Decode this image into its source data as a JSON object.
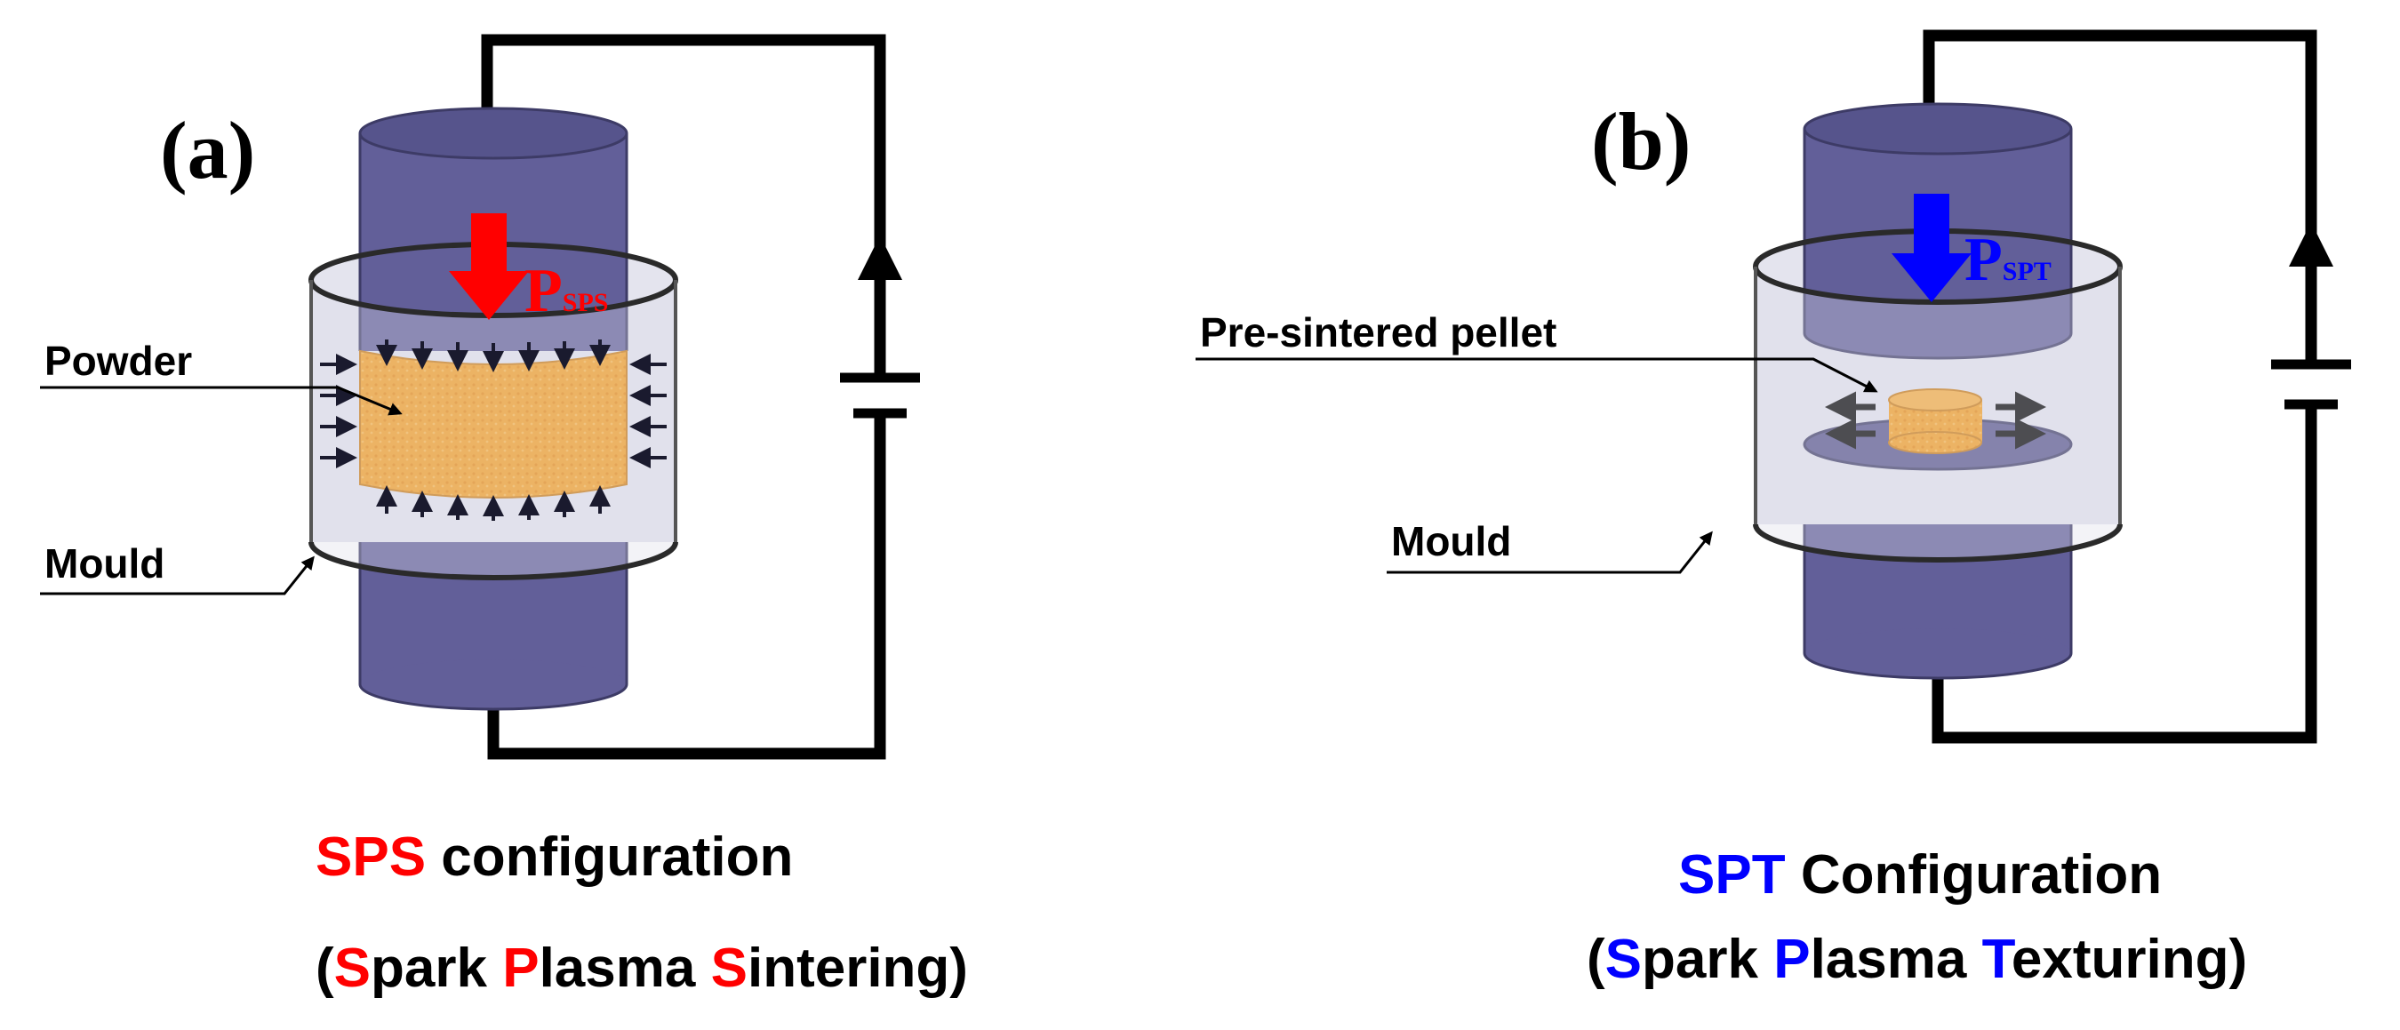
{
  "colors": {
    "cylinder_body": "#625f99",
    "cylinder_top": "#56548c",
    "mould_fill": "#e4e4ee",
    "powder": "#f59d1e",
    "sps_accent": "#ff0000",
    "spt_accent": "#0000ff"
  },
  "panel_a": {
    "letter": "(a)",
    "pressure_symbol": "P",
    "pressure_subscript": "SPS",
    "powder_label": "Powder",
    "mould_label": "Mould",
    "caption_line1_accent": "SPS",
    "caption_line1_rest": " configuration",
    "caption_line2": {
      "open": "(",
      "s1": "S",
      "t1": "park ",
      "s2": "P",
      "t2": "lasma ",
      "s3": "S",
      "t3": "intering)"
    }
  },
  "panel_b": {
    "letter": "(b)",
    "pressure_symbol": "P",
    "pressure_subscript": "SPT",
    "pellet_label": "Pre-sintered pellet",
    "mould_label": "Mould",
    "caption_line1_accent": "SPT",
    "caption_line1_rest": " Configuration",
    "caption_line2": {
      "open": "(",
      "s1": "S",
      "t1": "park ",
      "s2": "P",
      "t2": "lasma ",
      "s3": "T",
      "t3": "exturing)"
    }
  }
}
